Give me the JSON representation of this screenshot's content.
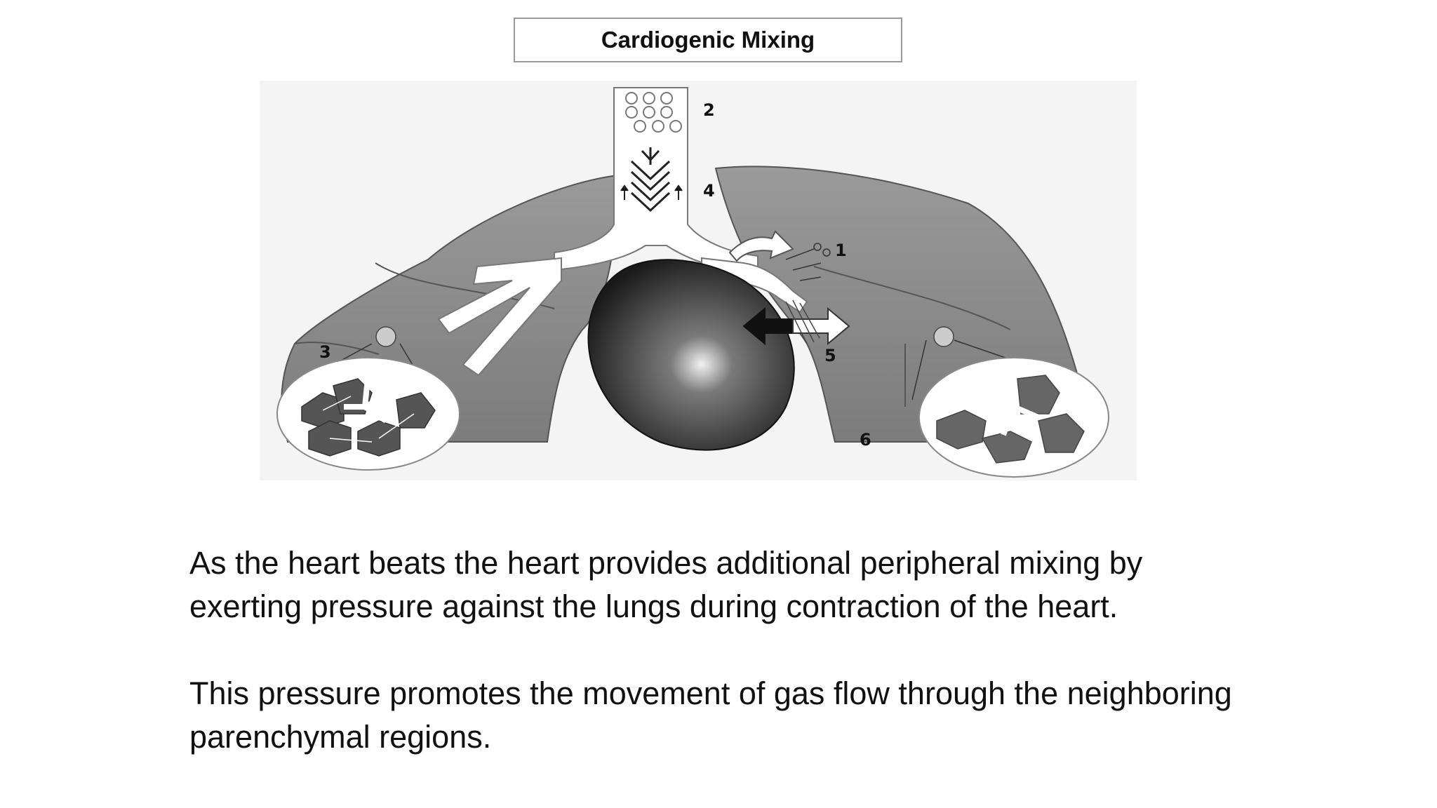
{
  "title": "Cardiogenic Mixing",
  "diagram": {
    "labels": [
      "1",
      "2",
      "3",
      "4",
      "5",
      "6"
    ]
  },
  "caption": {
    "paragraph1": "As the heart beats the heart provides additional peripheral mixing by exerting pressure against the lungs during contraction of the heart.",
    "paragraph2": "This pressure promotes the movement of gas flow through the neighboring parenchymal regions."
  },
  "colors": {
    "lung": "#8c8c8c",
    "lung_edge": "#555555",
    "heart": "#2a2a2a",
    "airway": "#ffffff"
  }
}
